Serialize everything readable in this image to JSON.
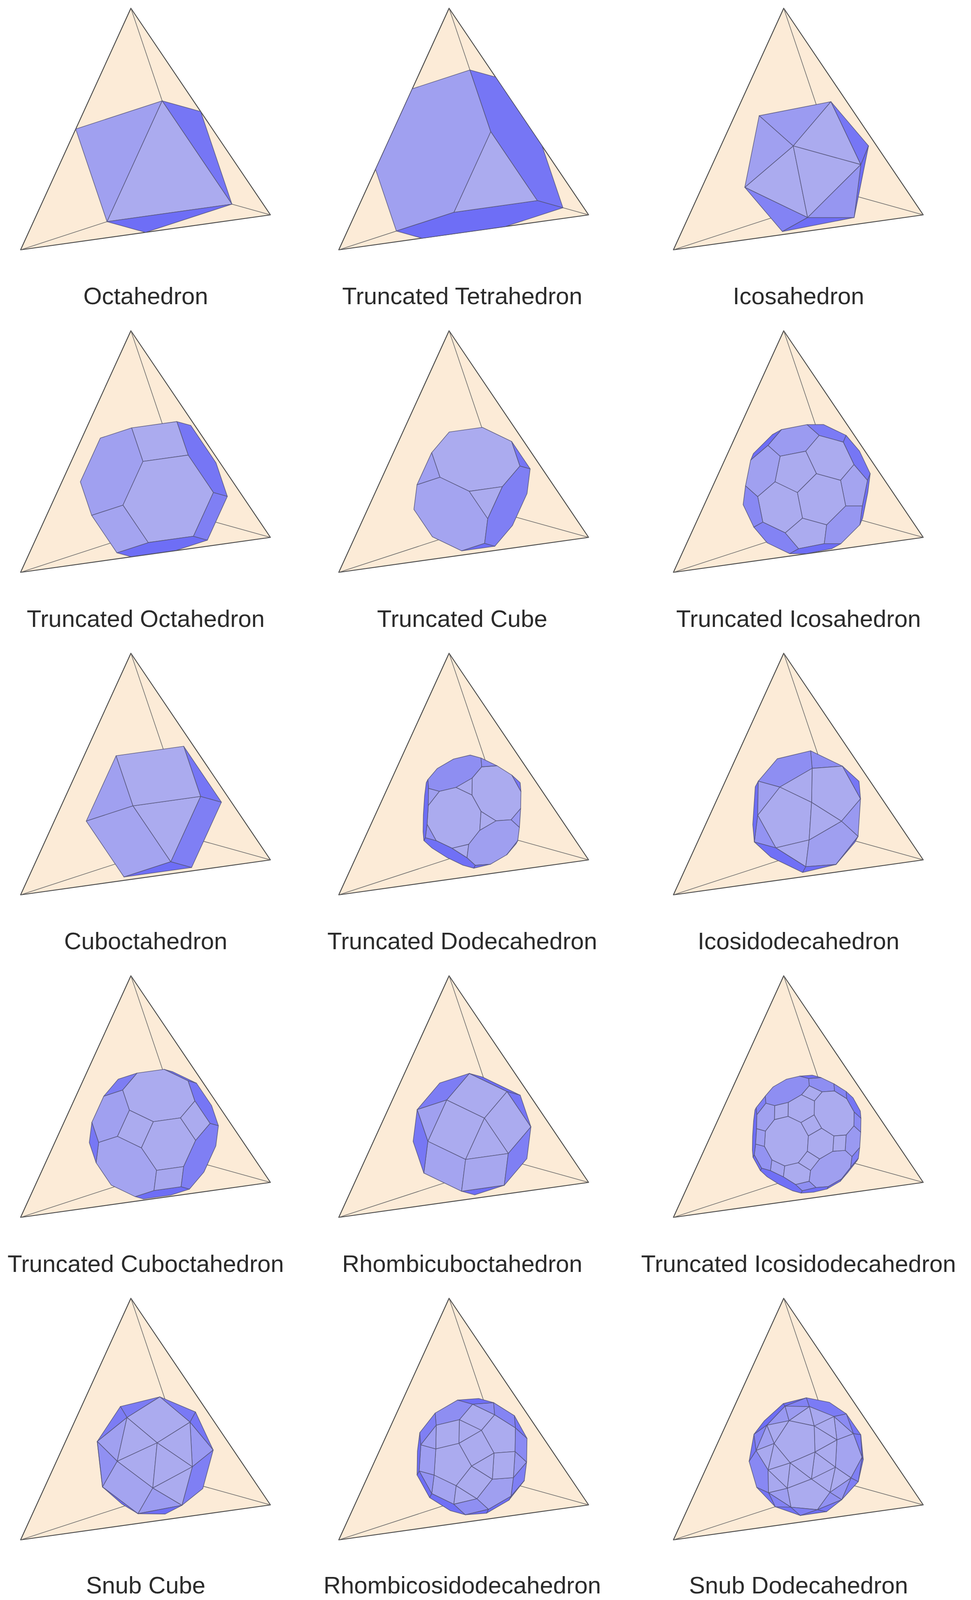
{
  "diagram": {
    "labels": [
      "Octahedron",
      "Truncated Tetrahedron",
      "Icosahedron",
      "Truncated Octahedron",
      "Truncated Cube",
      "Truncated Icosahedron",
      "Cuboctahedron",
      "Truncated Dodecahedron",
      "Icosidodecahedron",
      "Truncated Cuboctahedron",
      "Rhombicuboctahedron",
      "Truncated Icosidodecahedron",
      "Snub Cube",
      "Rhombicosidodecahedron",
      "Snub Dodecahedron"
    ]
  }
}
